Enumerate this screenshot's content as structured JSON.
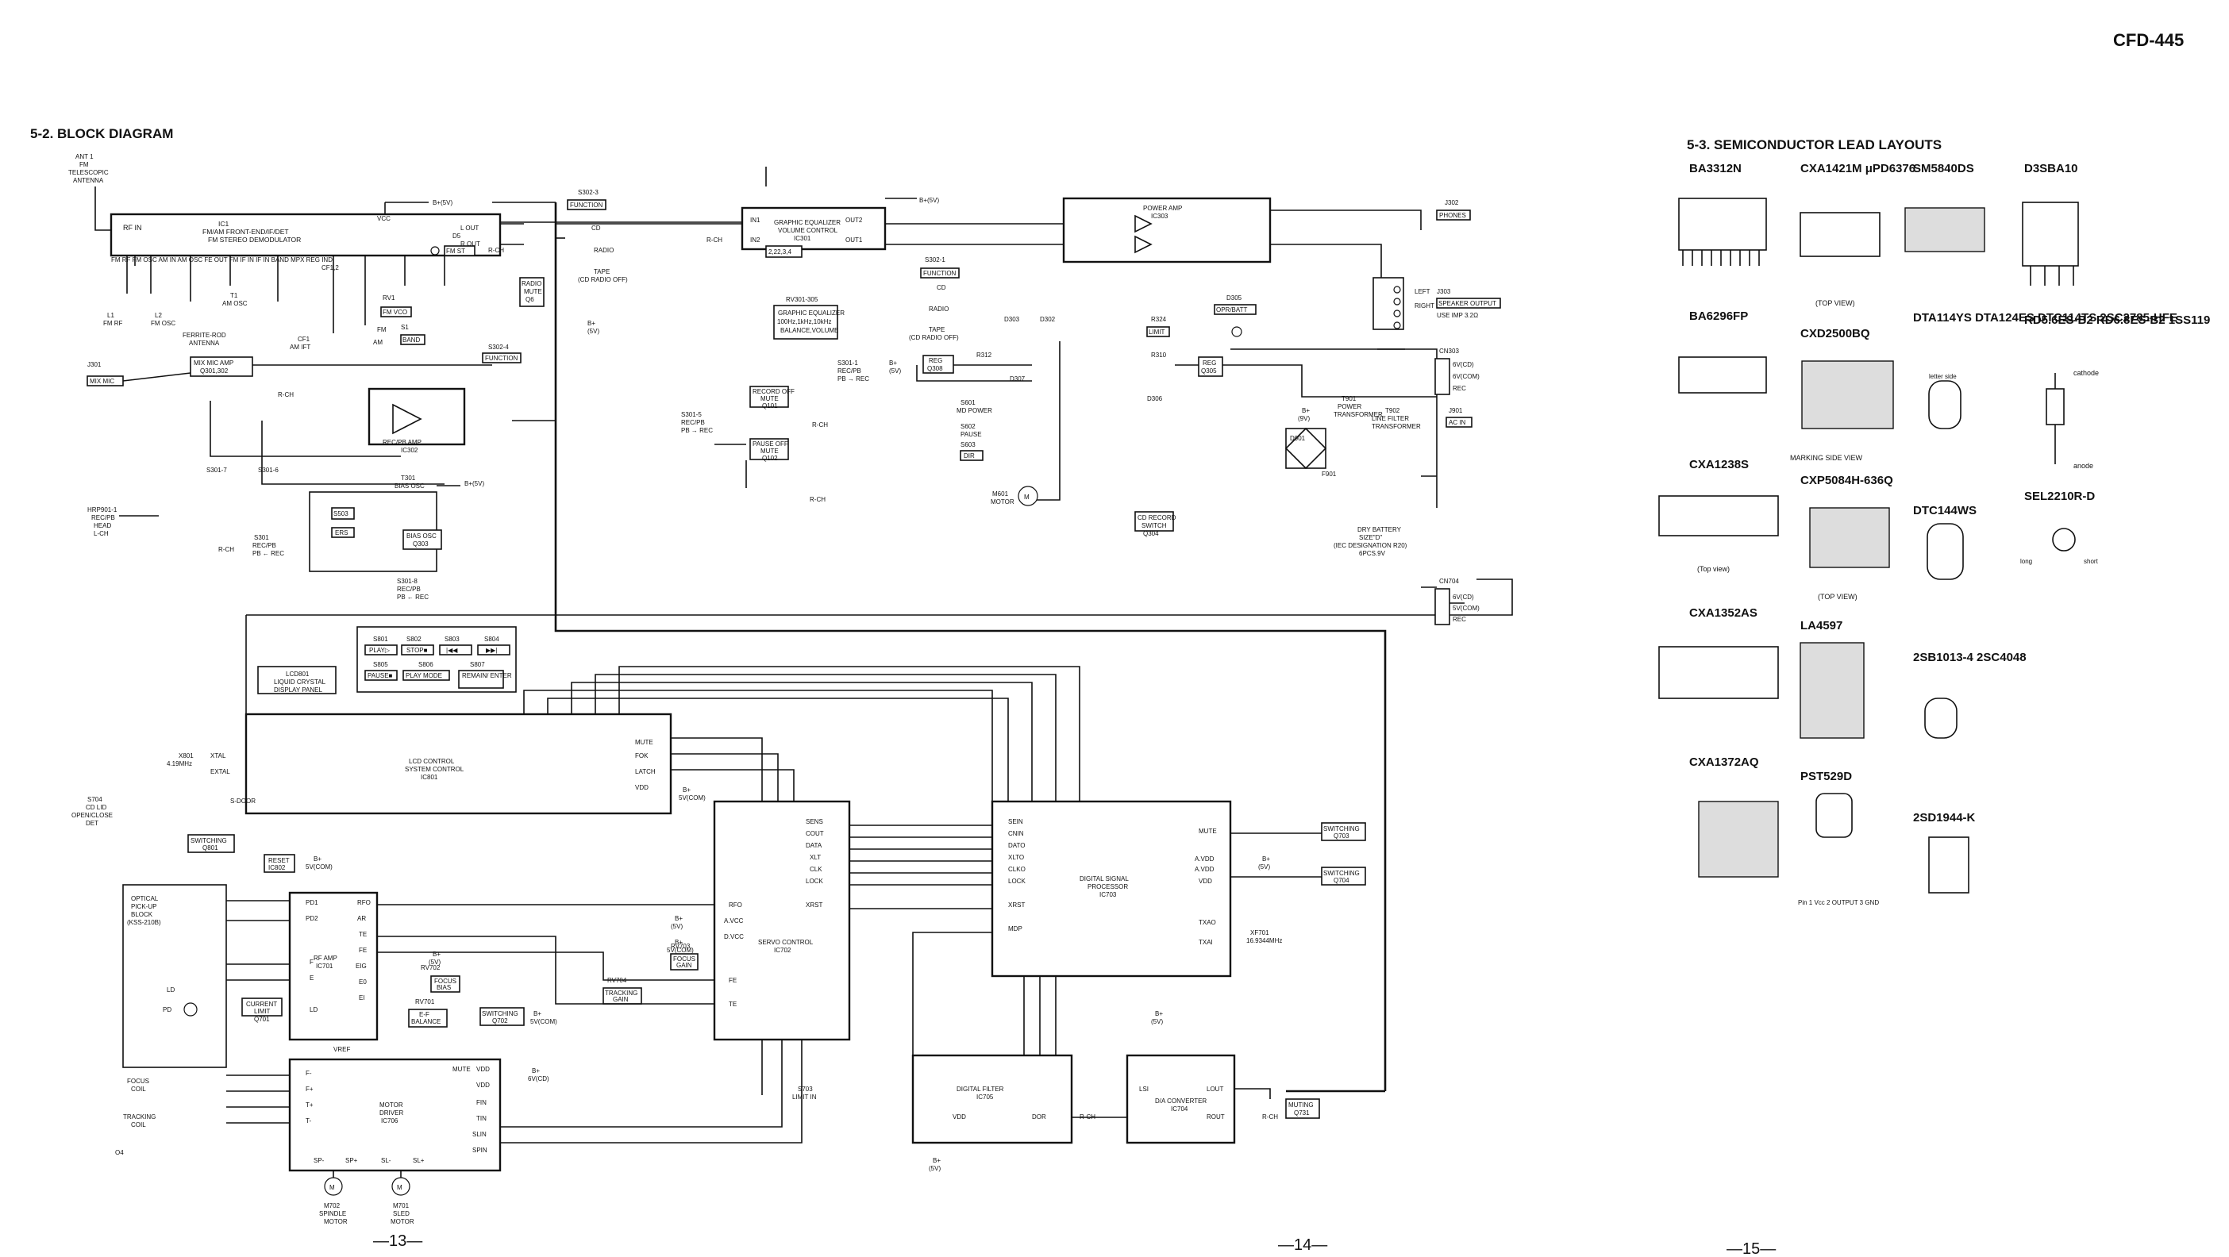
{
  "header": {
    "model": "CFD-445"
  },
  "block_diagram": {
    "title": "5-2.  BLOCK DIAGRAM",
    "blocks": [
      {
        "id": "ic1",
        "text": "IC1 FM/AM FRONT-END/IF/DET FM STEREO DEMODULATOR"
      },
      {
        "id": "ic301",
        "text": "GRAPHIC EQUALIZER VOLUME CONTROL IC301"
      },
      {
        "id": "ic303",
        "text": "POWER AMP IC303"
      },
      {
        "id": "rv301",
        "text": "RV301-305 GRAPHIC EQUALIZER 100Hz,1kHz,10kHz BALANCE,VOLUME"
      },
      {
        "id": "mixmic",
        "text": "MIX MIC AMP Q301,302"
      },
      {
        "id": "recpb",
        "text": "REC/PB AMP IC302"
      },
      {
        "id": "biasosc",
        "text": "BIAS OSC Q303"
      },
      {
        "id": "lcd",
        "text": "LCD801 LIQUID CRYSTAL DISPLAY PANEL"
      },
      {
        "id": "ic801",
        "text": "LCD CONTROL SYSTEM CONTROL IC801"
      },
      {
        "id": "ic702",
        "text": "SERVO CONTROL IC702"
      },
      {
        "id": "ic703",
        "text": "DIGITAL SIGNAL PROCESSOR IC703"
      },
      {
        "id": "ic701",
        "text": "RF AMP IC701"
      },
      {
        "id": "ic706",
        "text": "MOTOR DRIVER IC706"
      },
      {
        "id": "ic705",
        "text": "DIGITAL FILTER IC705"
      },
      {
        "id": "ic704",
        "text": "D/A CONVERTER IC704"
      },
      {
        "id": "pickup",
        "text": "OPTICAL PICK-UP BLOCK (KSS-210B)"
      },
      {
        "id": "t901",
        "text": "T901 POWER TRANSFORMER"
      },
      {
        "id": "t902",
        "text": "T902 LINE FILTER TRANSFORMER"
      },
      {
        "id": "battery",
        "text": "DRY BATTERY SIZE\"D\" (IEC DESIGNATION R20) 6PCS.9V"
      },
      {
        "id": "q801",
        "text": "SWITCHING Q801"
      },
      {
        "id": "ic802",
        "text": "RESET IC802"
      },
      {
        "id": "q703",
        "text": "SWITCHING Q703"
      },
      {
        "id": "q704",
        "text": "SWITCHING Q704"
      },
      {
        "id": "q731",
        "text": "MUTING Q731"
      },
      {
        "id": "q702",
        "text": "SWITCHING Q702"
      },
      {
        "id": "q701",
        "text": "CURRENT LIMIT Q701"
      }
    ],
    "buttons": [
      "PLAY▷",
      "STOP■",
      "|◀◀",
      "▶▶|",
      "PAUSE■",
      "PLAY MODE",
      "REMAIN/ ENTER"
    ],
    "buttons_ids": [
      "S801",
      "S802",
      "S803",
      "S804",
      "S805",
      "S806",
      "S807"
    ],
    "motors": [
      "M702 SPINDLE MOTOR",
      "M701 SLED MOTOR",
      "M601 MOTOR"
    ],
    "jacks": [
      "J301 MIX MIC",
      "J302 PHONES",
      "J303 SPEAKER OUTPUT USE IMP 3.2Ω",
      "J901 AC IN"
    ],
    "page_numbers": [
      "—13—",
      "—14—",
      "—15—"
    ]
  },
  "lead_layouts": {
    "title": "5-3.  SEMICONDUCTOR LEAD LAYOUTS",
    "parts": [
      {
        "name": "BA3312N"
      },
      {
        "name": "CXA1421M μPD6376"
      },
      {
        "name": "SM5840DS"
      },
      {
        "name": "D3SBA10"
      },
      {
        "name": "BA6296FP"
      },
      {
        "name": "CXD2500BQ"
      },
      {
        "name": "DTA114YS DTA124ES DTC114TS 2SC2785-HFE"
      },
      {
        "name": "RD5.6ES-B2 RD6.8ES-B2 1SS119"
      },
      {
        "name": "CXA1238S"
      },
      {
        "name": "CXP5084H-636Q"
      },
      {
        "name": "DTC144WS"
      },
      {
        "name": "SEL2210R-D"
      },
      {
        "name": "CXA1352AS"
      },
      {
        "name": "LA4597"
      },
      {
        "name": "2SB1013-4 2SC4048"
      },
      {
        "name": "CXA1372AQ"
      },
      {
        "name": "PST529D"
      },
      {
        "name": "2SD1944-K"
      }
    ],
    "notes": [
      "(TOP VIEW)",
      "MARKING SIDE VIEW",
      "(Top view)",
      "(TOP VIEW)",
      "letter side",
      "cathode",
      "anode",
      "long",
      "short",
      "Pin 1 Vcc 2 OUTPUT 3 GND"
    ]
  }
}
